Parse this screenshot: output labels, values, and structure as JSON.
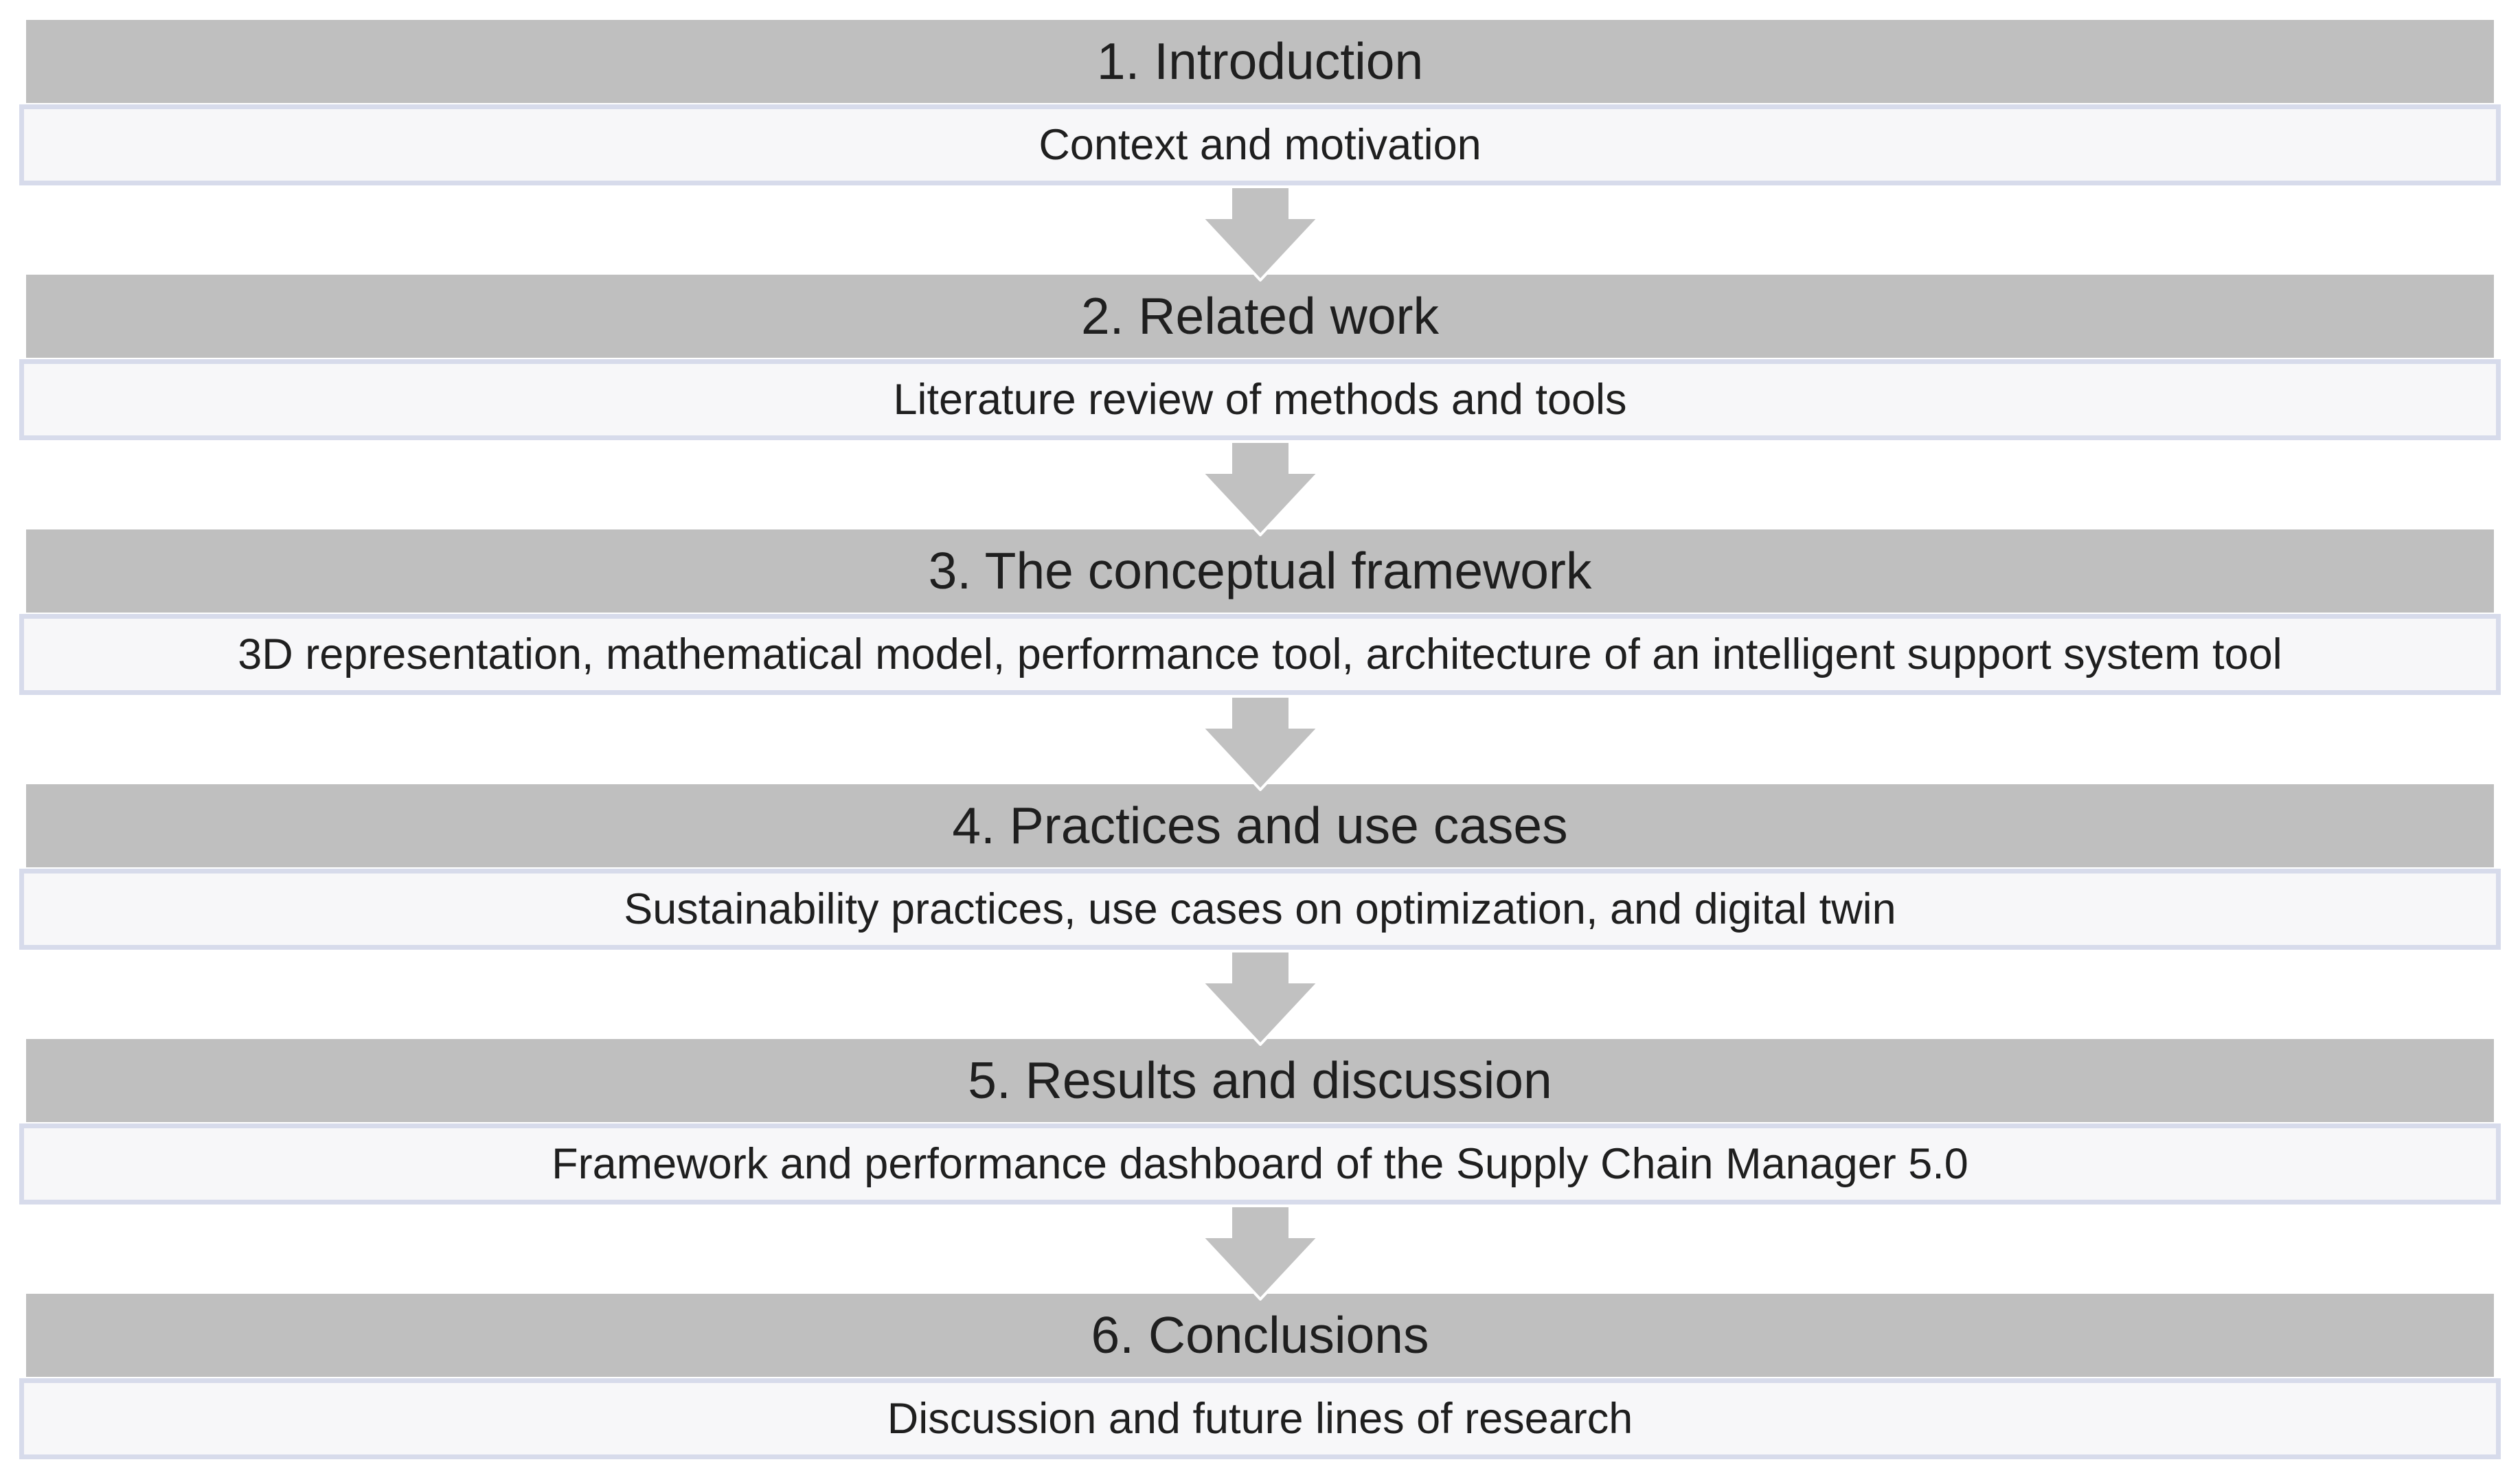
{
  "diagram": {
    "title": "Paper structure flowchart",
    "colors": {
      "header_fill": "#bfbfbf",
      "sub_fill": "#f7f7f9",
      "sub_border": "#d7dbeb",
      "arrow_fill": "#c1c1c1",
      "text": "#1f1f1f"
    },
    "arrow_icon": "down-arrow",
    "sections": [
      {
        "title": "1. Introduction",
        "subtitle": "Context and motivation"
      },
      {
        "title": "2. Related work",
        "subtitle": "Literature review of methods and tools"
      },
      {
        "title": "3. The conceptual framework",
        "subtitle": "3D representation, mathematical model, performance tool, architecture of an intelligent support system tool"
      },
      {
        "title": "4. Practices and use cases",
        "subtitle": "Sustainability practices, use cases on optimization, and digital twin"
      },
      {
        "title": "5. Results and discussion",
        "subtitle": "Framework and performance dashboard of the Supply Chain Manager 5.0"
      },
      {
        "title": "6. Conclusions",
        "subtitle": "Discussion and future lines of research"
      }
    ]
  }
}
